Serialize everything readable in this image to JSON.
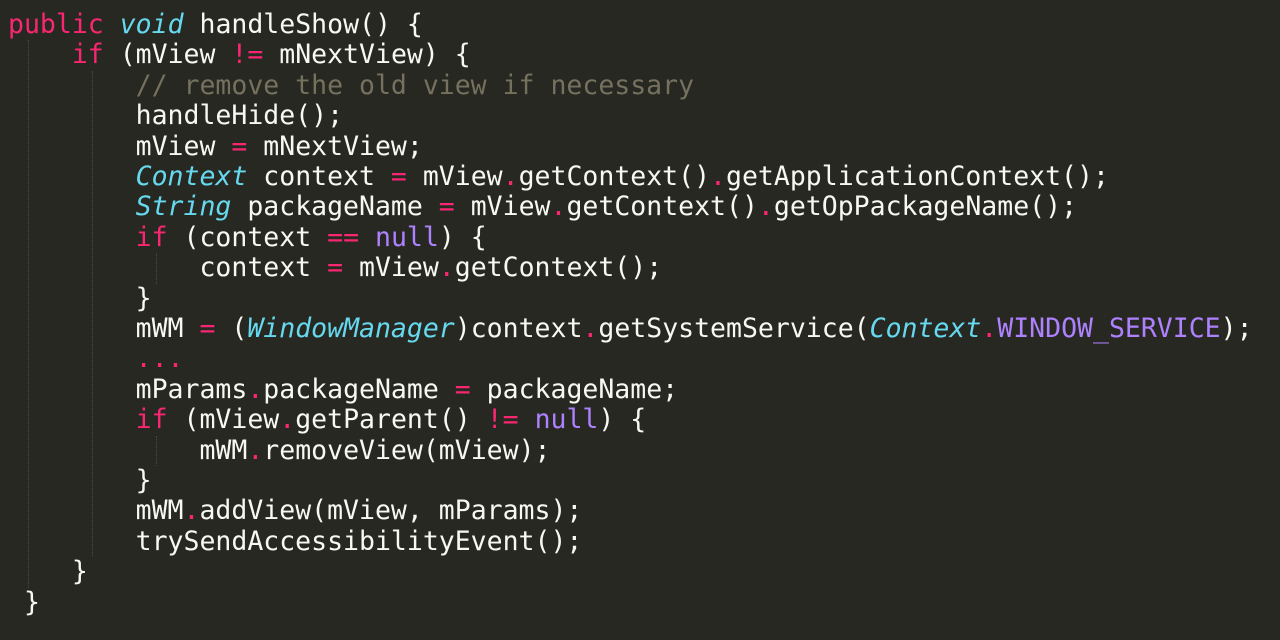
{
  "theme": {
    "background": "#272822",
    "foreground": "#f8f8f2",
    "keyword": "#f92672",
    "type": "#66d9ef",
    "constant": "#ae81ff",
    "comment": "#75715e"
  },
  "lines": [
    [
      {
        "t": "public",
        "c": "kw"
      },
      {
        "t": " ",
        "c": "plain"
      },
      {
        "t": "void",
        "c": "type"
      },
      {
        "t": " handleShow() {",
        "c": "plain"
      }
    ],
    [
      {
        "t": "    ",
        "c": "plain"
      },
      {
        "t": "if",
        "c": "kw"
      },
      {
        "t": " (mView ",
        "c": "plain"
      },
      {
        "t": "!=",
        "c": "op"
      },
      {
        "t": " mNextView) {",
        "c": "plain"
      }
    ],
    [
      {
        "t": "        ",
        "c": "plain"
      },
      {
        "t": "// remove the old view if necessary",
        "c": "comment"
      }
    ],
    [
      {
        "t": "        handleHide();",
        "c": "plain"
      }
    ],
    [
      {
        "t": "        mView ",
        "c": "plain"
      },
      {
        "t": "=",
        "c": "op"
      },
      {
        "t": " mNextView;",
        "c": "plain"
      }
    ],
    [
      {
        "t": "        ",
        "c": "plain"
      },
      {
        "t": "Context",
        "c": "type"
      },
      {
        "t": " context ",
        "c": "plain"
      },
      {
        "t": "=",
        "c": "op"
      },
      {
        "t": " mView",
        "c": "plain"
      },
      {
        "t": ".",
        "c": "op"
      },
      {
        "t": "getContext()",
        "c": "plain"
      },
      {
        "t": ".",
        "c": "op"
      },
      {
        "t": "getApplicationContext();",
        "c": "plain"
      }
    ],
    [
      {
        "t": "        ",
        "c": "plain"
      },
      {
        "t": "String",
        "c": "type"
      },
      {
        "t": " packageName ",
        "c": "plain"
      },
      {
        "t": "=",
        "c": "op"
      },
      {
        "t": " mView",
        "c": "plain"
      },
      {
        "t": ".",
        "c": "op"
      },
      {
        "t": "getContext()",
        "c": "plain"
      },
      {
        "t": ".",
        "c": "op"
      },
      {
        "t": "getOpPackageName();",
        "c": "plain"
      }
    ],
    [
      {
        "t": "        ",
        "c": "plain"
      },
      {
        "t": "if",
        "c": "kw"
      },
      {
        "t": " (context ",
        "c": "plain"
      },
      {
        "t": "==",
        "c": "op"
      },
      {
        "t": " ",
        "c": "plain"
      },
      {
        "t": "null",
        "c": "const"
      },
      {
        "t": ") {",
        "c": "plain"
      }
    ],
    [
      {
        "t": "            context ",
        "c": "plain"
      },
      {
        "t": "=",
        "c": "op"
      },
      {
        "t": " mView",
        "c": "plain"
      },
      {
        "t": ".",
        "c": "op"
      },
      {
        "t": "getContext();",
        "c": "plain"
      }
    ],
    [
      {
        "t": "        }",
        "c": "plain"
      }
    ],
    [
      {
        "t": "        mWM ",
        "c": "plain"
      },
      {
        "t": "=",
        "c": "op"
      },
      {
        "t": " (",
        "c": "plain"
      },
      {
        "t": "WindowManager",
        "c": "type"
      },
      {
        "t": ")context",
        "c": "plain"
      },
      {
        "t": ".",
        "c": "op"
      },
      {
        "t": "getSystemService(",
        "c": "plain"
      },
      {
        "t": "Context",
        "c": "type"
      },
      {
        "t": ".",
        "c": "op"
      },
      {
        "t": "WINDOW_SERVICE",
        "c": "const"
      },
      {
        "t": ");",
        "c": "plain"
      }
    ],
    [
      {
        "t": "        ",
        "c": "plain"
      },
      {
        "t": "...",
        "c": "op"
      }
    ],
    [
      {
        "t": "        mParams",
        "c": "plain"
      },
      {
        "t": ".",
        "c": "op"
      },
      {
        "t": "packageName ",
        "c": "plain"
      },
      {
        "t": "=",
        "c": "op"
      },
      {
        "t": " packageName;",
        "c": "plain"
      }
    ],
    [
      {
        "t": "        ",
        "c": "plain"
      },
      {
        "t": "if",
        "c": "kw"
      },
      {
        "t": " (mView",
        "c": "plain"
      },
      {
        "t": ".",
        "c": "op"
      },
      {
        "t": "getParent() ",
        "c": "plain"
      },
      {
        "t": "!=",
        "c": "op"
      },
      {
        "t": " ",
        "c": "plain"
      },
      {
        "t": "null",
        "c": "const"
      },
      {
        "t": ") {",
        "c": "plain"
      }
    ],
    [
      {
        "t": "            mWM",
        "c": "plain"
      },
      {
        "t": ".",
        "c": "op"
      },
      {
        "t": "removeView(mView);",
        "c": "plain"
      }
    ],
    [
      {
        "t": "        }",
        "c": "plain"
      }
    ],
    [
      {
        "t": "        mWM",
        "c": "plain"
      },
      {
        "t": ".",
        "c": "op"
      },
      {
        "t": "addView(mView, mParams);",
        "c": "plain"
      }
    ],
    [
      {
        "t": "        trySendAccessibilityEvent();",
        "c": "plain"
      }
    ],
    [
      {
        "t": "    }",
        "c": "plain"
      }
    ],
    [
      {
        "t": " }",
        "c": "plain"
      }
    ]
  ]
}
